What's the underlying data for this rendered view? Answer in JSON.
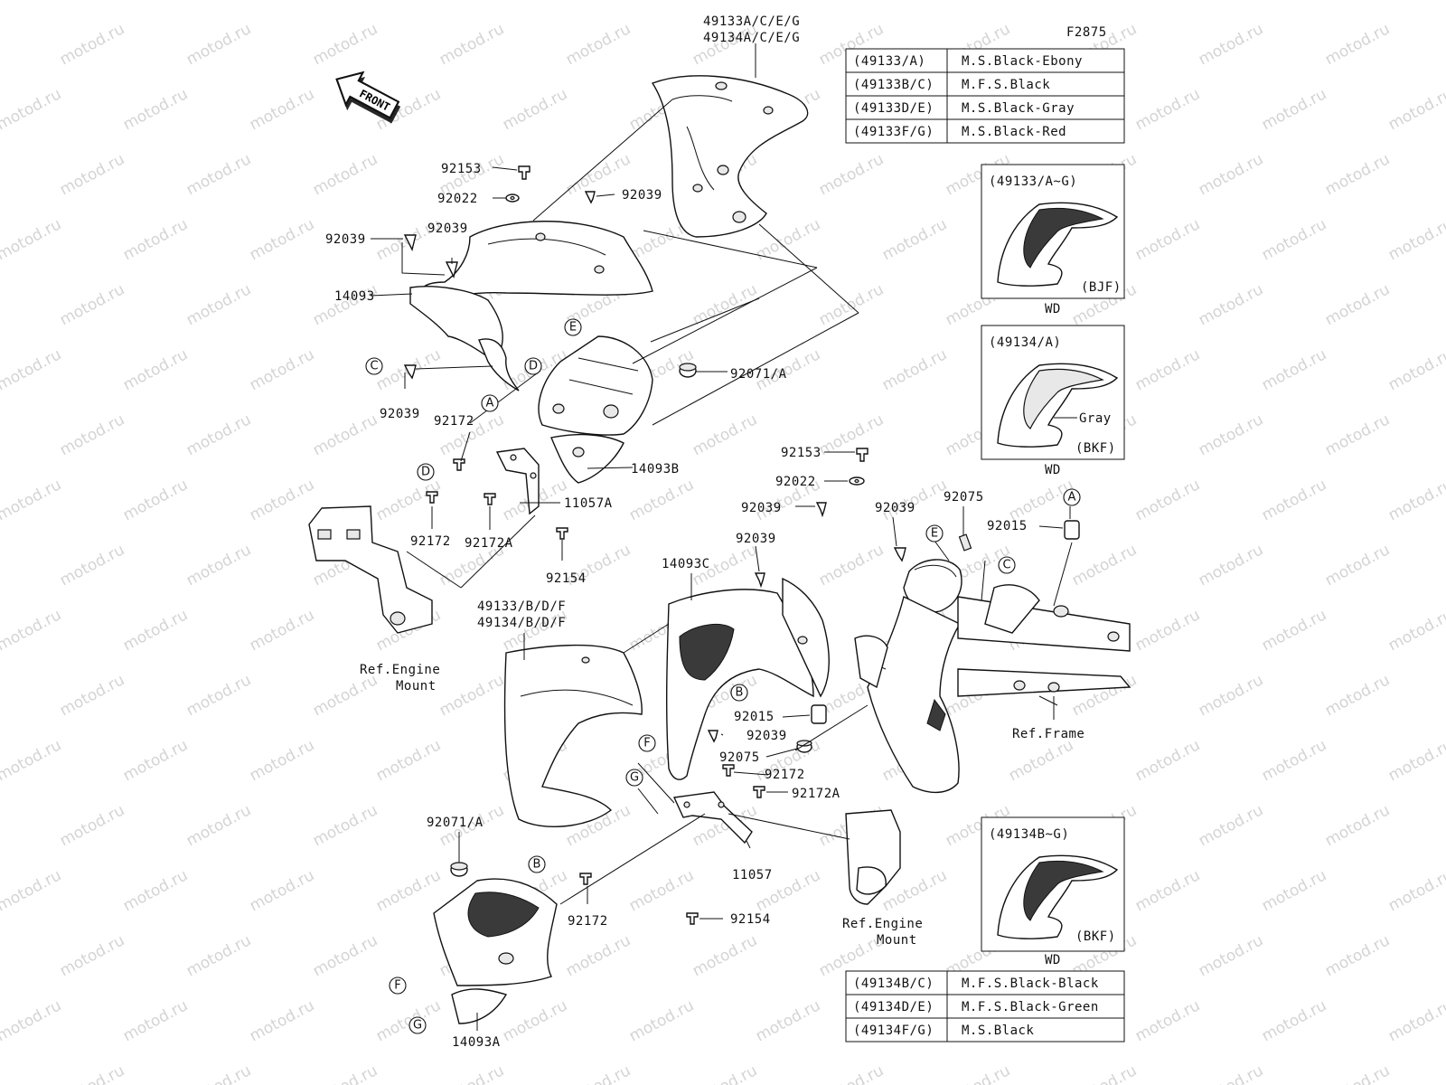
{
  "figure_code": "F2875",
  "watermark": "motod.ru",
  "front_arrow_label": "FRONT",
  "part_labels": {
    "p49133a": "49133A/C/E/G",
    "p49134a": "49134A/C/E/G",
    "p92153_top": "92153",
    "p92022_top": "92022",
    "p92039_a": "92039",
    "p92039_b": "92039",
    "p92039_c": "92039",
    "p14093": "14093",
    "p92039_d": "92039",
    "p92172_a": "92172",
    "p92071a_top": "92071/A",
    "p14093b": "14093B",
    "p11057a": "11057A",
    "p92172_b": "92172",
    "p92172a_top": "92172A",
    "p92154_top": "92154",
    "p92153_mid": "92153",
    "p92022_mid": "92022",
    "p92039_e": "92039",
    "p92039_f": "92039",
    "p92075_top": "92075",
    "p92015_top": "92015",
    "p92039_g": "92039",
    "p14093c": "14093C",
    "p49133b": "49133/B/D/F",
    "p49134b": "49134/B/D/F",
    "p92015_mid": "92015",
    "p92039_h": "92039",
    "p92075_mid": "92075",
    "p92172_c": "92172",
    "p92172a_mid": "92172A",
    "p92071a_bot": "92071/A",
    "p11057": "11057",
    "p92172_d": "92172",
    "p92154_bot": "92154",
    "p14093a": "14093A"
  },
  "references": {
    "engine_mount_left_1": "Ref.Engine",
    "engine_mount_left_2": "Mount",
    "engine_mount_right_1": "Ref.Engine",
    "engine_mount_right_2": "Mount",
    "frame": "Ref.Frame"
  },
  "callouts": {
    "A": "A",
    "B": "B",
    "C": "C",
    "D": "D",
    "E": "E",
    "F": "F",
    "G": "G"
  },
  "color_table_top": [
    {
      "code": "(49133/A)",
      "color": "M.S.Black-Ebony"
    },
    {
      "code": "(49133B/C)",
      "color": "M.F.S.Black"
    },
    {
      "code": "(49133D/E)",
      "color": "M.S.Black-Gray"
    },
    {
      "code": "(49133F/G)",
      "color": "M.S.Black-Red"
    }
  ],
  "color_table_bottom": [
    {
      "code": "(49134B/C)",
      "color": "M.F.S.Black-Black"
    },
    {
      "code": "(49134D/E)",
      "color": "M.F.S.Black-Green"
    },
    {
      "code": "(49134F/G)",
      "color": "M.S.Black"
    }
  ],
  "insets": [
    {
      "title": "(49133/A~G)",
      "code": "(BJF)",
      "caption": "WD",
      "note": ""
    },
    {
      "title": "(49134/A)",
      "code": "(BKF)",
      "caption": "WD",
      "note": "Gray"
    },
    {
      "title": "(49134B~G)",
      "code": "(BKF)",
      "caption": "WD",
      "note": ""
    }
  ]
}
